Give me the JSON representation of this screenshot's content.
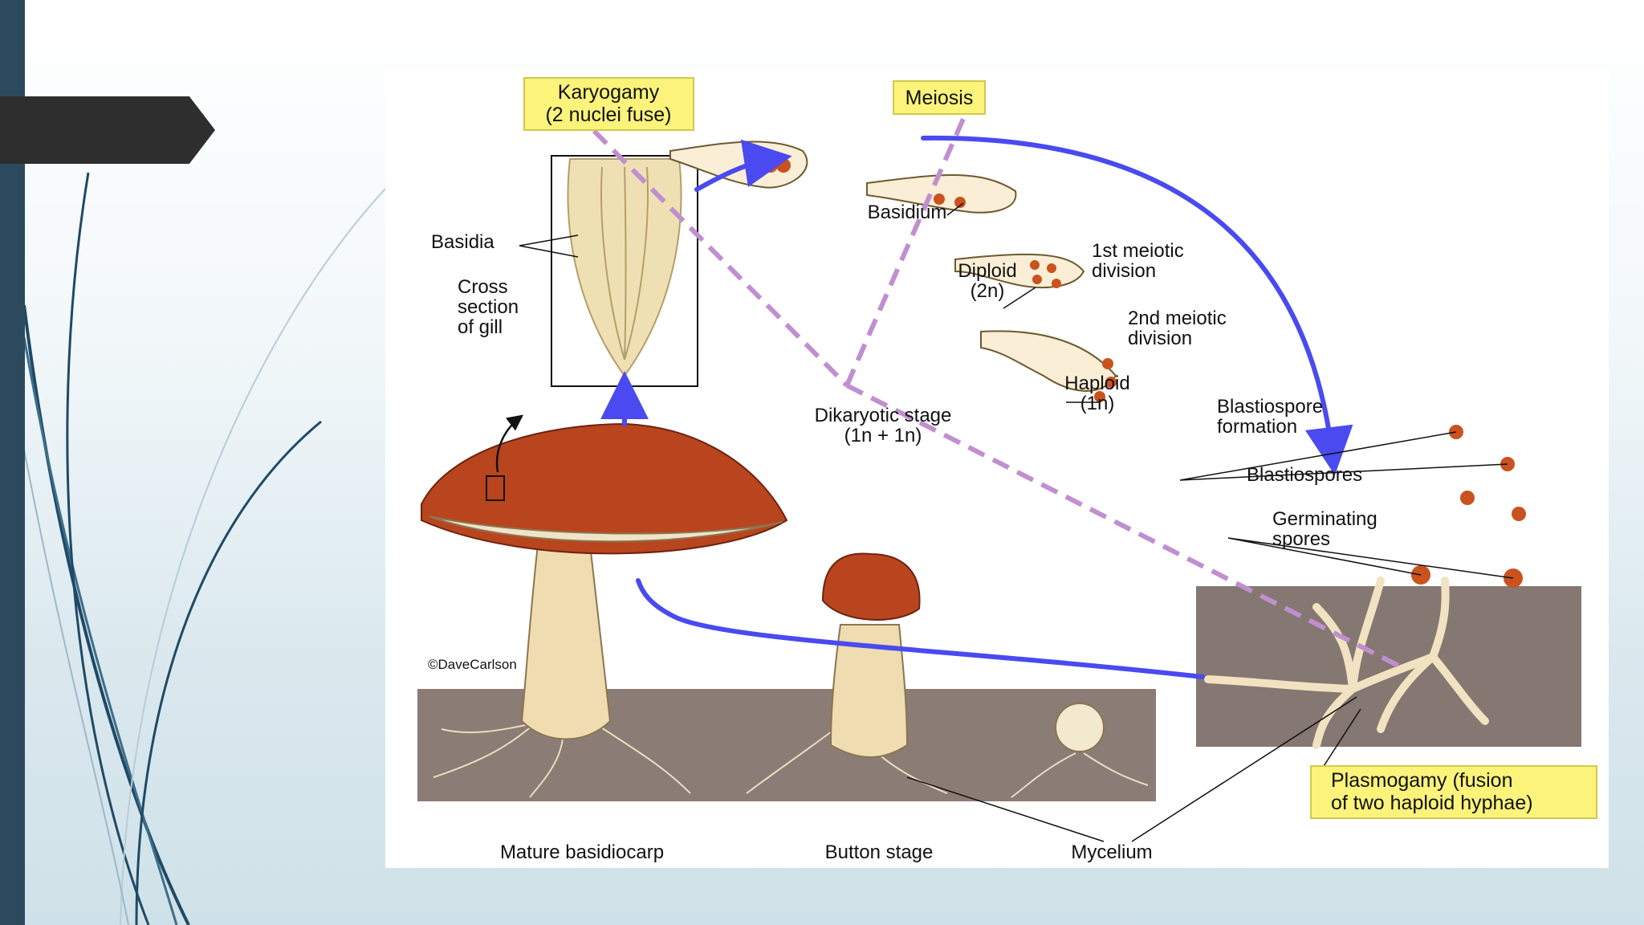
{
  "slide": {
    "colors": {
      "accent_bar": "#2c4a5e",
      "title_tab": "#2e2e2e",
      "arrow": "#4a4af0",
      "dashed": "#c08fd0",
      "label_box": "#fbf37a"
    }
  },
  "diagram": {
    "boxes": {
      "karyogamy": [
        "Karyogamy",
        "(2 nuclei fuse)"
      ],
      "meiosis": [
        "Meiosis"
      ],
      "plasmogamy": [
        "Plasmogamy (fusion",
        "of two haploid hyphae)"
      ]
    },
    "labels": {
      "basidia": "Basidia",
      "cross_section": [
        "Cross",
        "section",
        "of gill"
      ],
      "basidium": "Basidium",
      "diploid": [
        "Diploid",
        "(2n)"
      ],
      "first_meiotic": [
        "1st meiotic",
        "division"
      ],
      "second_meiotic": [
        "2nd meiotic",
        "division"
      ],
      "haploid": [
        "Haploid",
        "(1n)"
      ],
      "blastiospore_formation": [
        "Blastiospore",
        "formation"
      ],
      "dikaryotic": [
        "Dikaryotic stage",
        "(1n + 1n)"
      ],
      "blastiospores": "Blastiospores",
      "germinating": [
        "Germinating",
        "spores"
      ],
      "credit": "©DaveCarlson",
      "mature": "Mature basidiocarp",
      "button": "Button stage",
      "mycelium": "Mycelium"
    }
  }
}
